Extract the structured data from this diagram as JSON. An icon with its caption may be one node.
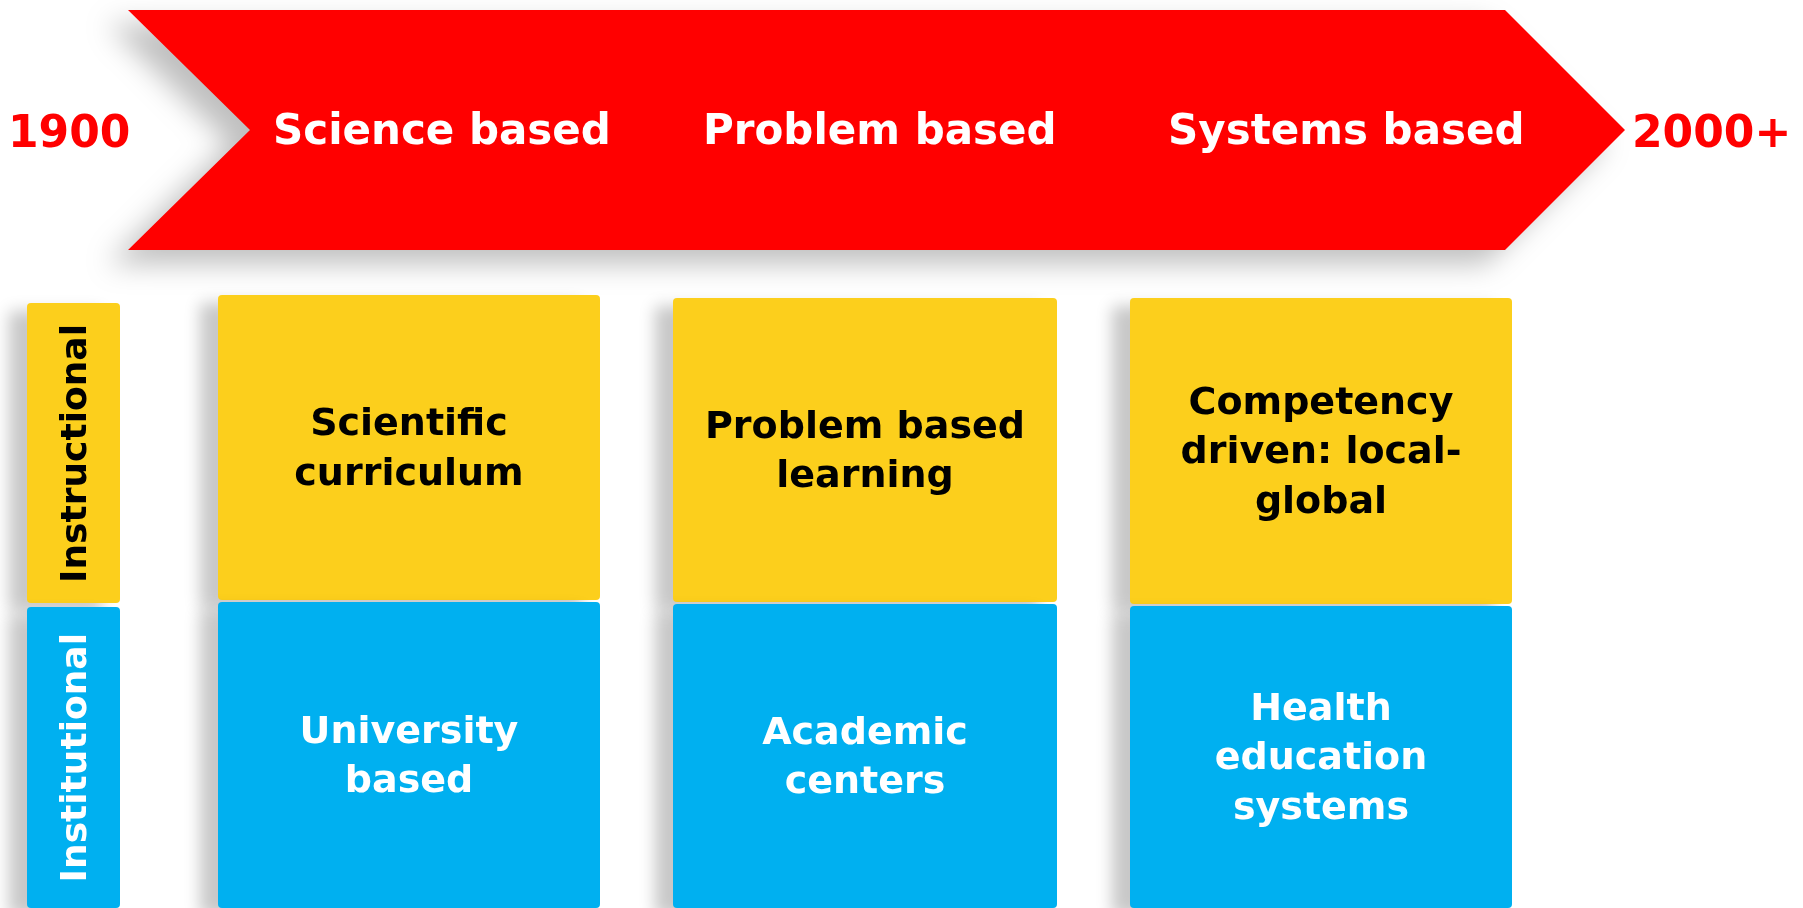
{
  "diagram": {
    "nodes": [
      {
        "text": [
          "Science based",
          "Problem based",
          "Systems based"
        ]
      },
      {
        "text": [
          "Instructional"
        ]
      },
      {
        "text": [
          "Institutional"
        ]
      },
      {
        "text": [
          "Scientific curriculum"
        ]
      },
      {
        "text": [
          "University based"
        ]
      },
      {
        "text": [
          "Problem based learning"
        ]
      },
      {
        "text": [
          "Academic centers"
        ]
      },
      {
        "text": [
          "Competency driven: local-global"
        ]
      },
      {
        "text": [
          "Health education systems"
        ]
      }
    ],
    "edges": [],
    "labels": [
      "1900",
      "2000+"
    ]
  }
}
